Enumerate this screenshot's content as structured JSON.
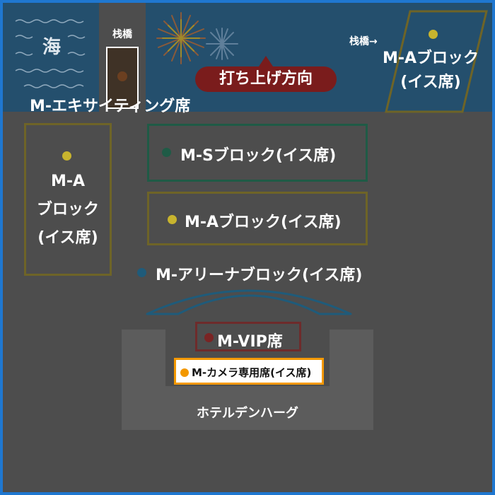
{
  "colors": {
    "border": "#1f77d0",
    "background": "#4d4d4d",
    "sea": "#244f6d",
    "yellow_block": "#c8b42e",
    "green_block": "#1f5b46",
    "arena": "#1f5b7a",
    "vip": "#7a2424",
    "camera_highlight": "#f39800"
  },
  "icons": [
    "waves-icon",
    "fireworks-icon",
    "arrow-up-icon"
  ],
  "sea_label": "海",
  "pier_label": "栈橋",
  "pier_arrow_label": "栈橋→",
  "launch_direction": "打ち上げ方向",
  "exciting_seat": "M-エキサイティング席",
  "blocks": {
    "top_right_a": "M-Aブロック\n(イス席)",
    "left_a": "M-A\nブロック\n(イス席)",
    "s_block": "M-Sブロック(イス席)",
    "a_block": "M-Aブロック(イス席)",
    "arena": "M-アリーナブロック(イス席)",
    "vip": "M-VIP席",
    "camera": "M-カメラ専用席(イス席)"
  },
  "hotel": "ホテルデンハーグ"
}
